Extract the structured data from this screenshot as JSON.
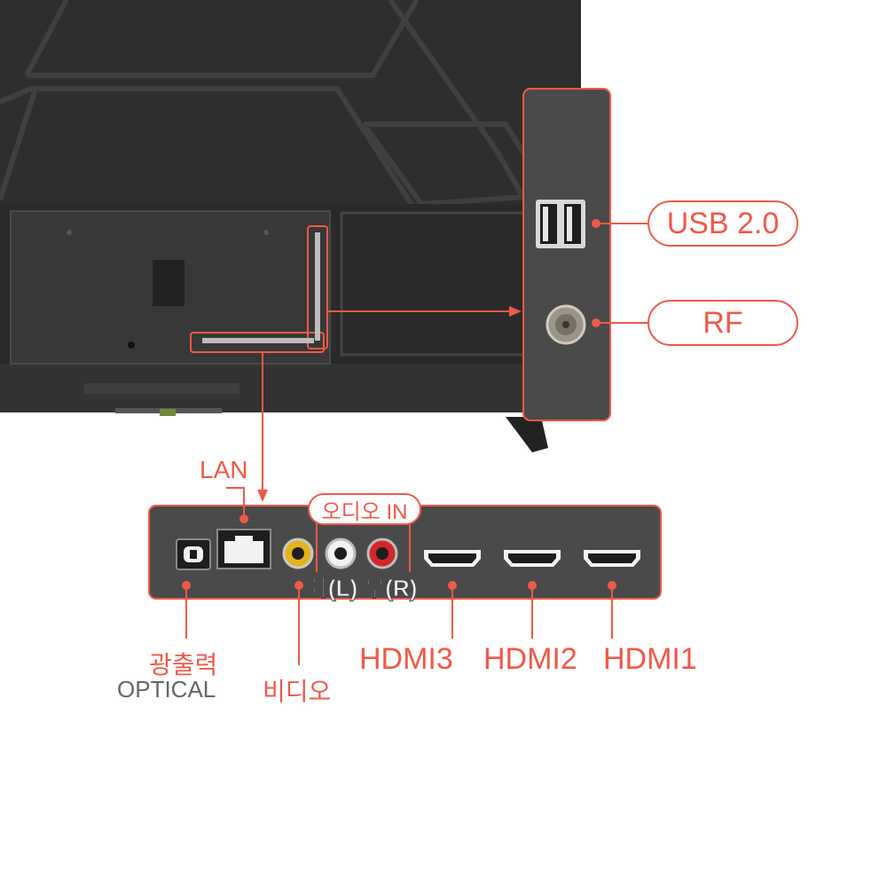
{
  "labels": {
    "usb": "USB 2.0",
    "rf": "RF",
    "lan": "LAN",
    "audio_in": "오디오 IN",
    "audio_lr": "좌(L) 우(R)",
    "optical_kr": "광출력",
    "optical_en": "OPTICAL",
    "video": "비디오",
    "hdmi3": "HDMI3",
    "hdmi2": "HDMI2",
    "hdmi1": "HDMI1"
  },
  "colors": {
    "accent": "#ef5a48",
    "tv_body": "#2f2f2f",
    "panel": "#4a4a4a",
    "label_gray": "#666666"
  }
}
